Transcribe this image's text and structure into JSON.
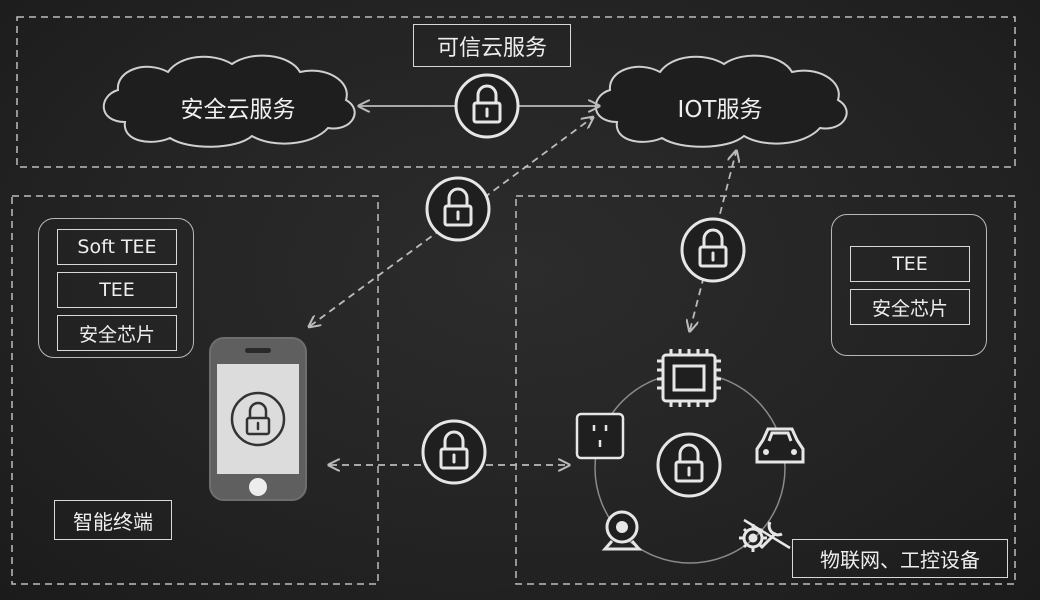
{
  "title": "可信云服务",
  "clouds": {
    "secure_cloud": "安全云服务",
    "iot_service": "IOT服务"
  },
  "terminal": {
    "label": "智能终端",
    "stack": [
      "Soft TEE",
      "TEE",
      "安全芯片"
    ]
  },
  "iot": {
    "label": "物联网、工控设备",
    "stack": [
      "TEE",
      "安全芯片"
    ]
  },
  "colors": {
    "background": "#262626",
    "line": "#c8c8c8",
    "text": "#eeeeee"
  }
}
